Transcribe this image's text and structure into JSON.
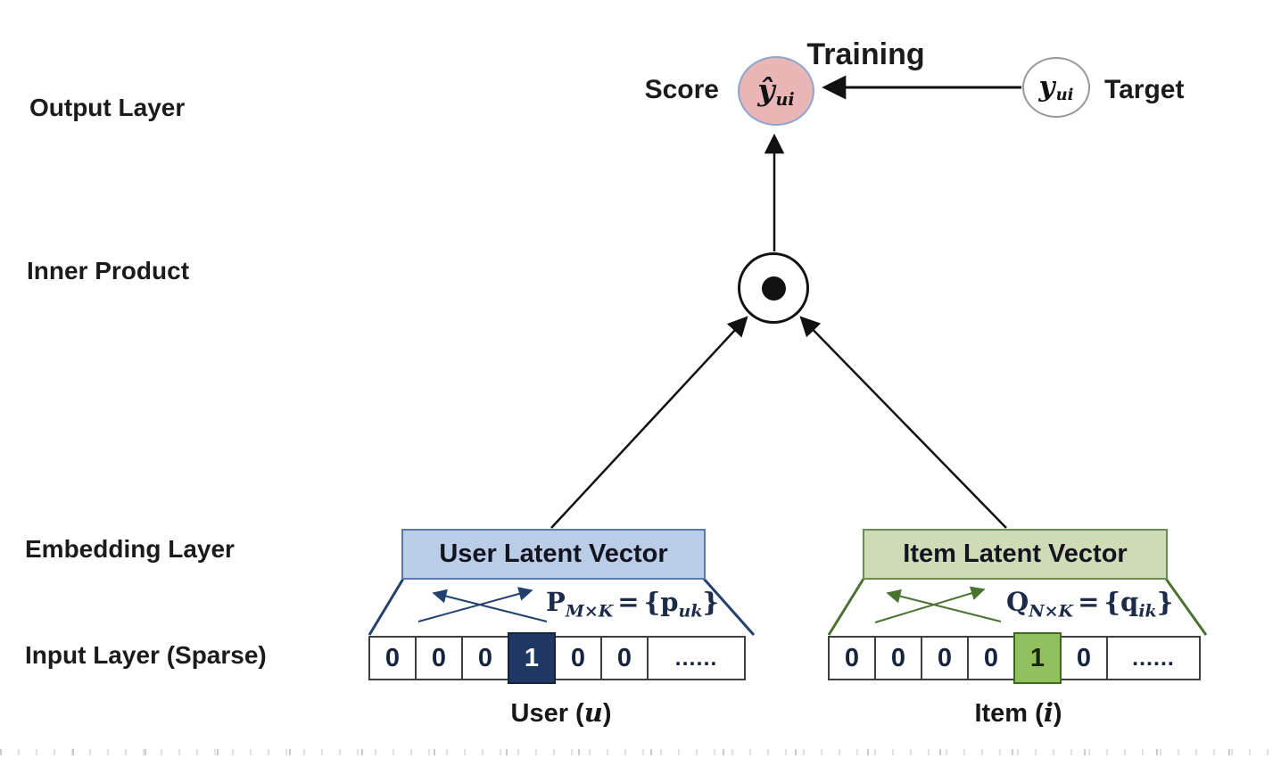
{
  "layer_labels": {
    "output": "Output Layer",
    "inner_product": "Inner Product",
    "embedding": "Embedding Layer",
    "input": "Input Layer (Sparse)"
  },
  "output_section": {
    "score_label": "Score",
    "training_label": "Training",
    "target_label": "Target",
    "score_symbol": "ŷ",
    "score_symbol_sub": "ui",
    "target_symbol": "y",
    "target_symbol_sub": "ui"
  },
  "user": {
    "box_title": "User Latent Vector",
    "formula": {
      "matrix": "P",
      "matrix_sub": "M×K",
      "equals": "=",
      "open_brace": "{",
      "vector": "p",
      "vector_sub": "uk",
      "close_brace": "}"
    },
    "cells": [
      "0",
      "0",
      "0",
      "1",
      "0",
      "0",
      "......"
    ],
    "active_index": 3,
    "caption_pre": "User (",
    "caption_var": "u",
    "caption_post": ")"
  },
  "item": {
    "box_title": "Item Latent Vector",
    "formula": {
      "matrix": "Q",
      "matrix_sub": "N×K",
      "equals": "=",
      "open_brace": "{",
      "vector": "q",
      "vector_sub": "ik",
      "close_brace": "}"
    },
    "cells": [
      "0",
      "0",
      "0",
      "0",
      "1",
      "0",
      "......"
    ],
    "active_index": 4,
    "caption_pre": "Item (",
    "caption_var": "i",
    "caption_post": ")"
  },
  "colors": {
    "score_fill": "#eab5b6",
    "score_border": "#8ba6cf",
    "user_box_fill": "#b9cde6",
    "user_box_border": "#5b7aa6",
    "user_accent": "#24406e",
    "user_one_fill": "#1f3864",
    "item_box_fill": "#cddbb7",
    "item_box_border": "#6b8f52",
    "item_accent": "#4b7232",
    "item_one_fill": "#92c05e",
    "formula_color": "#1c2b4a"
  }
}
